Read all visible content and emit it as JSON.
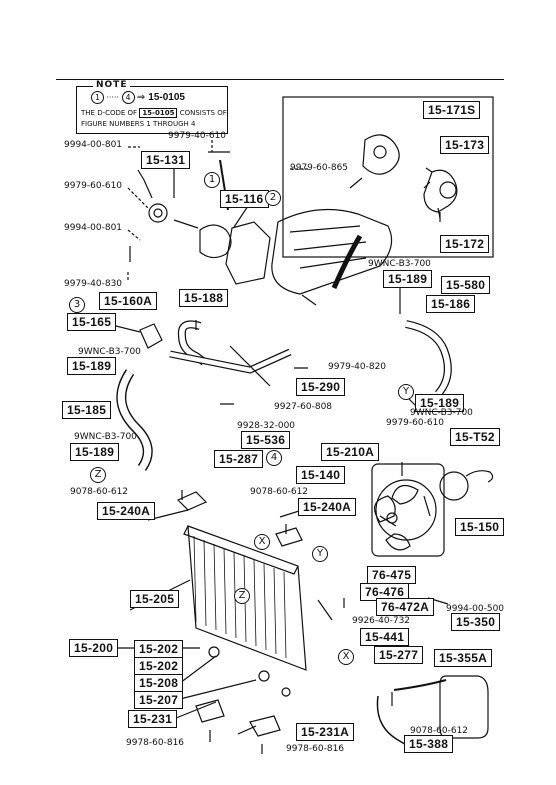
{
  "note": {
    "title": "NOTE",
    "line1_from": "1",
    "line1_to": "4",
    "line1_code": "15-0105",
    "line2_a": "THE D-CODE OF",
    "line2_code": "15-0105",
    "line2_b": "CONSISTS OF",
    "line3_a": "FIGURE NUMBERS",
    "line3_from": "1",
    "line3_mid": "THROUGH",
    "line3_to": "4"
  },
  "codes": {
    "c15_171s": "15-171S",
    "c15_173": "15-173",
    "c15_172": "15-172",
    "c15_131": "15-131",
    "c15_116": "15-116",
    "c15_189_top": "15-189",
    "c15_580": "15-580",
    "c15_186_right": "15-186",
    "c15_188": "15-188",
    "c15_160a": "15-160A",
    "c15_165": "15-165",
    "c15_189_left1": "15-189",
    "c15_290": "15-290",
    "c15_185": "15-185",
    "c15_189_right": "15-189",
    "c15_536": "15-536",
    "c15_189_left2": "15-189",
    "c15_287": "15-287",
    "c15_210a": "15-210A",
    "c15_t52": "15-T52",
    "c15_140": "15-140",
    "c15_240a_center": "15-240A",
    "c15_240a_left": "15-240A",
    "c15_150": "15-150",
    "c76_475": "76-475",
    "c76_476": "76-476",
    "c76_472a": "76-472A",
    "c15_205": "15-205",
    "c15_441": "15-441",
    "c15_350": "15-350",
    "c15_200": "15-200",
    "c15_202a": "15-202",
    "c15_277": "15-277",
    "c15_355a": "15-355A",
    "c15_202b": "15-202",
    "c15_208": "15-208",
    "c15_207": "15-207",
    "c15_231": "15-231",
    "c15_231a": "15-231A",
    "c15_388": "15-388"
  },
  "parts": {
    "p9979_40_610": "9979-40-610",
    "p9994_00_801_a": "9994-00-801",
    "p9979_60_865": "9979-60-865",
    "p9979_60_610": "9979-60-610",
    "p9994_00_801_b": "9994-00-801",
    "p9979_40_830": "9979-40-830",
    "w9wnc_top": "9WNC-B3-700",
    "w9wnc_left1": "9WNC-B3-700",
    "p9979_40_820": "9979-40-820",
    "p9927_60_808": "9927-60-808",
    "w9wnc_right": "9WNC-B3-700",
    "p9979_60_610_b": "9979-60-610",
    "p9928_32_000": "9928-32-000",
    "w9wnc_left2": "9WNC-B3-700",
    "p9078_60_612_a": "9078-60-612",
    "p9078_60_612_b": "9078-60-612",
    "p9994_00_500": "9994-00-500",
    "p9926_40_732": "9926-40-732",
    "p9078_60_612_c": "9078-60-612",
    "p9978_60_816_a": "9978-60-816",
    "p9978_60_816_b": "9978-60-816"
  },
  "callouts": {
    "n1": "1",
    "n2": "2",
    "n3": "3",
    "n4": "4",
    "x1": "X",
    "x2": "X",
    "y1": "Y",
    "y2": "Y",
    "z1": "Z",
    "z2": "Z"
  }
}
